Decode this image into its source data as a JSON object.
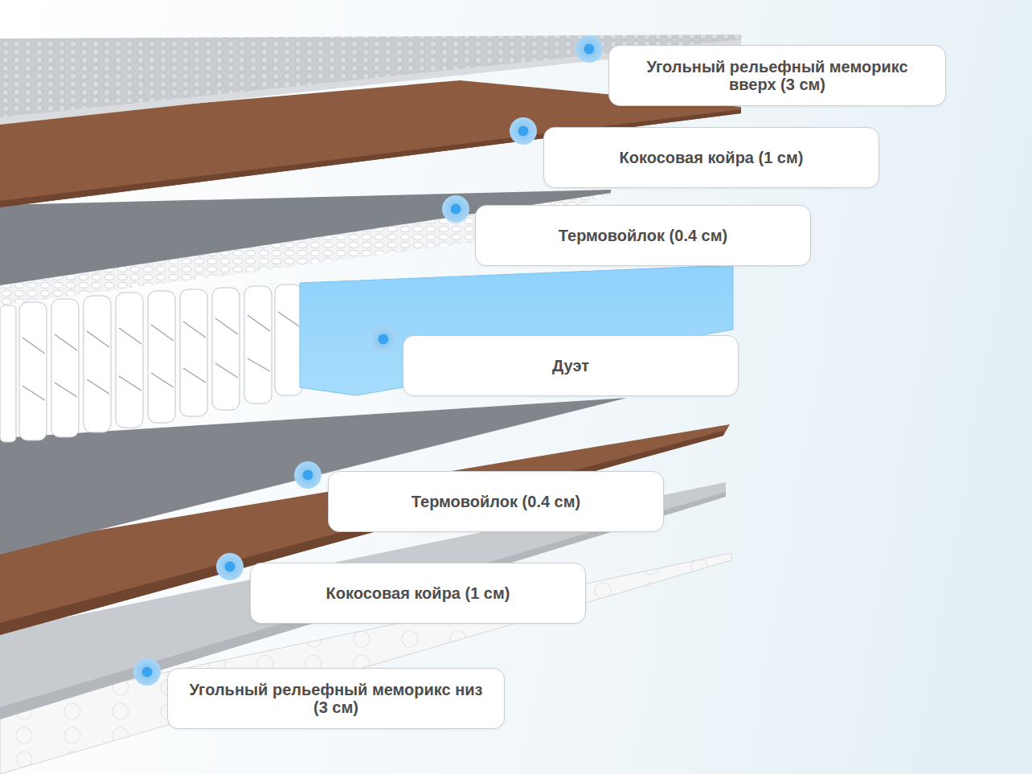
{
  "diagram": {
    "nodes": [
      {
        "text": [
          "Угольный рельефный меморикс вверх (3 см)"
        ]
      },
      {
        "text": [
          "Кокосовая койра (1 см)"
        ]
      },
      {
        "text": [
          "Термовойлок (0.4 см)"
        ]
      },
      {
        "text": [
          "Дуэт"
        ]
      },
      {
        "text": [
          "Термовойлок (0.4 см)"
        ]
      },
      {
        "text": [
          "Кокосовая койра (1 см)"
        ]
      },
      {
        "text": [
          "Угольный рельефный меморикс низ (3 см)"
        ]
      }
    ]
  }
}
